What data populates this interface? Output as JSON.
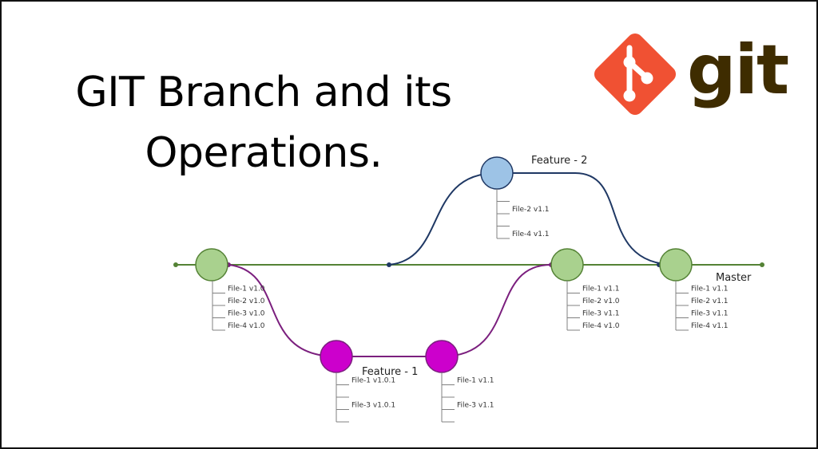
{
  "title": {
    "line1": "GIT Branch and its",
    "line2": "Operations."
  },
  "logo": {
    "word": "git",
    "icon": "git-logo-icon",
    "diamond_color": "#f05133",
    "word_color": "#3e2c00"
  },
  "colors": {
    "master": "#548235",
    "master_fill": "#a9d18e",
    "feature1": "#7b1f7e",
    "feature1_fill": "#cc00cc",
    "feature2": "#1f3864",
    "feature2_fill": "#9dc3e6",
    "file_line": "#808080"
  },
  "branches": {
    "feature2": "Feature - 2",
    "feature1": "Feature - 1",
    "master": "Master"
  },
  "commits": {
    "master_1": {
      "files": [
        "File-1 v1.0",
        "File-2 v1.0",
        "File-3 v1.0",
        "File-4 v1.0"
      ]
    },
    "master_2": {
      "files": [
        "File-1 v1.1",
        "File-2 v1.0",
        "File-3 v1.1",
        "File-4 v1.0"
      ]
    },
    "master_3": {
      "files": [
        "File-1 v1.1",
        "File-2 v1.1",
        "File-3 v1.1",
        "File-4 v1.1"
      ]
    },
    "feature1_1": {
      "files": [
        "File-1 v1.0.1",
        "",
        "File-3 v1.0.1",
        ""
      ]
    },
    "feature1_2": {
      "files": [
        "File-1 v1.1",
        "",
        "File-3 v1.1",
        ""
      ]
    },
    "feature2_1": {
      "files": [
        "",
        "File-2 v1.1",
        "",
        "File-4 v1.1"
      ]
    }
  }
}
